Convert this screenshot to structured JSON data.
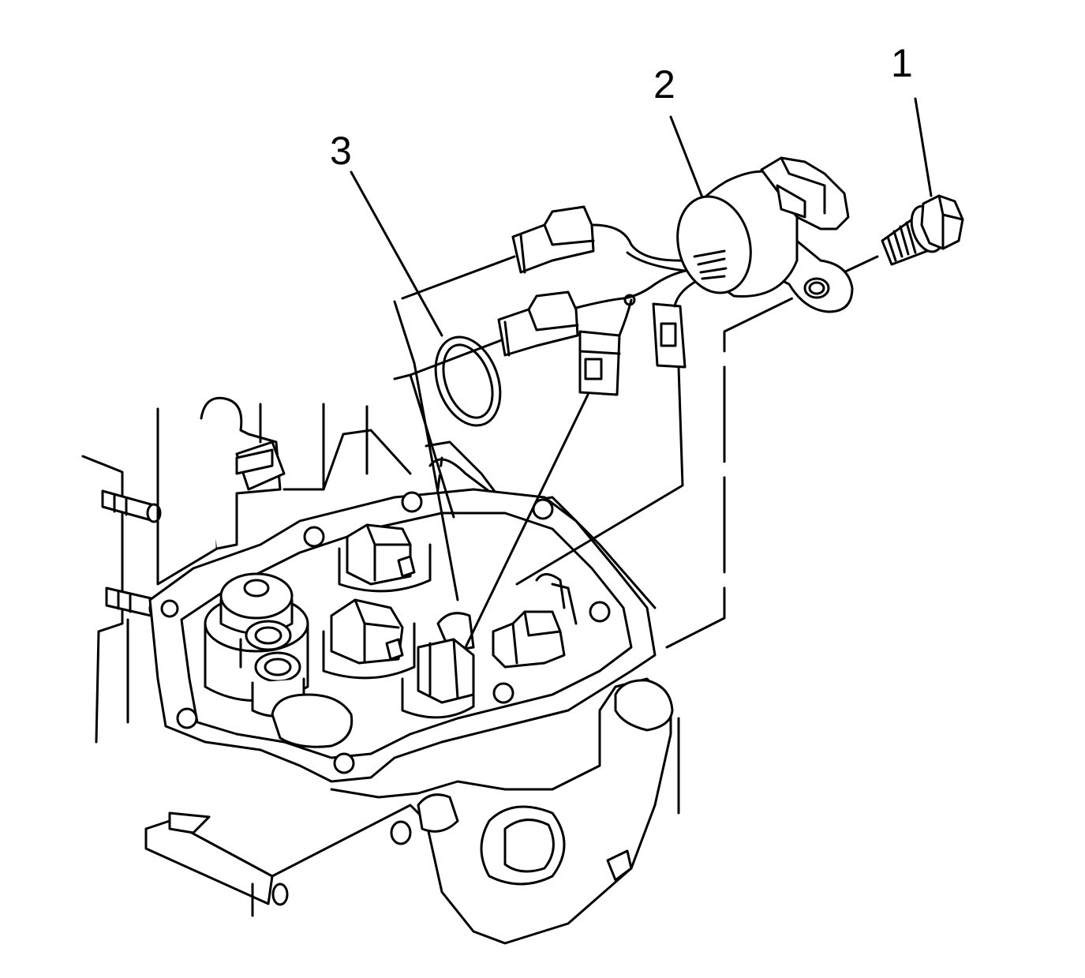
{
  "callouts": [
    {
      "id": "bolt",
      "label": "1"
    },
    {
      "id": "harness-connector",
      "label": "2"
    },
    {
      "id": "o-ring-seal",
      "label": "3"
    }
  ],
  "colors": {
    "line": "#000000",
    "fill": "#ffffff"
  }
}
